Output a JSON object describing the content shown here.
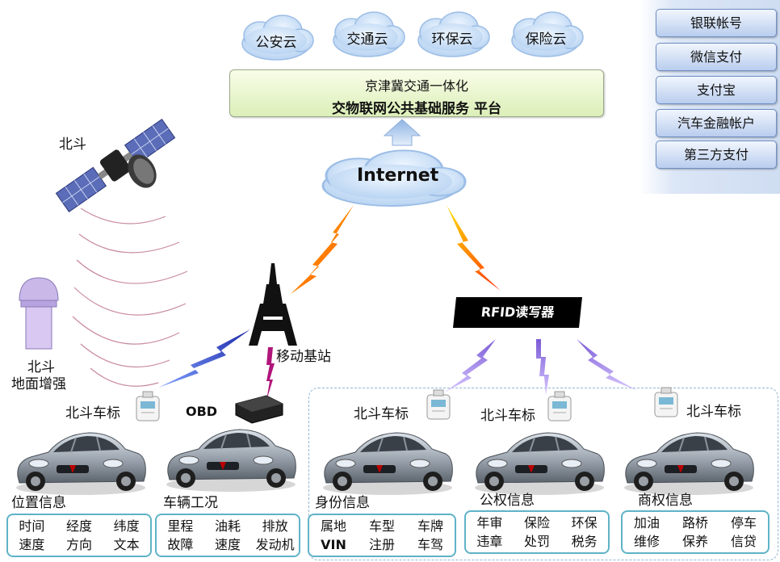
{
  "clouds": [
    "公安云",
    "交通云",
    "环保云",
    "保险云"
  ],
  "platform": {
    "line1": "京津冀交通一体化",
    "line2": "交物联网公共基础服务 平台"
  },
  "payments": [
    "银联帐号",
    "微信支付",
    "支付宝",
    "汽车金融帐户",
    "第三方支付"
  ],
  "internet_label": "Internet",
  "satellite_label": "北斗",
  "ground_station_label_1": "北斗",
  "ground_station_label_2": "地面增强",
  "tower_label": "移动基站",
  "rfid_label": "RFID读写器",
  "obd_label": "OBD",
  "tag_label": "北斗车标",
  "cars": [
    {
      "title": "位置信息",
      "items": [
        "时间",
        "经度",
        "纬度",
        "速度",
        "方向",
        "文本"
      ]
    },
    {
      "title": "车辆工况",
      "items": [
        "里程",
        "油耗",
        "排放",
        "故障",
        "速度",
        "发动机"
      ]
    },
    {
      "title": "身份信息",
      "items": [
        "属地",
        "车型",
        "车牌",
        "VIN",
        "注册",
        "车驾"
      ]
    },
    {
      "title": "公权信息",
      "items": [
        "年审",
        "保险",
        "环保",
        "违章",
        "处罚",
        "税务"
      ]
    },
    {
      "title": "商权信息",
      "items": [
        "加油",
        "路桥",
        "停车",
        "维修",
        "保养",
        "信贷"
      ]
    }
  ],
  "colors": {
    "box_border": "#5fb3c7",
    "platform_fill": "#dcefb8",
    "pay_fill": "#b9cdee",
    "bolt_orange": "#ff6a00",
    "bolt_blue": "#2b3ab8",
    "bolt_purple": "#9a7fe0",
    "bolt_magenta": "#b0157a"
  }
}
